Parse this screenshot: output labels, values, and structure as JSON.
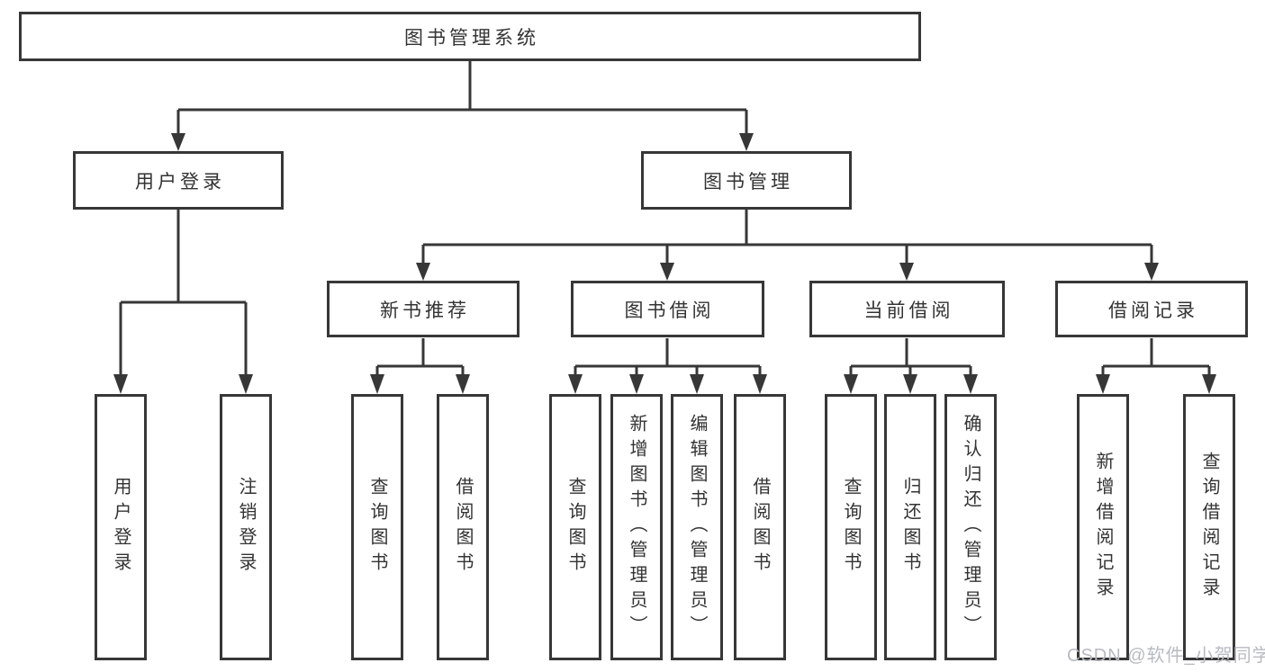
{
  "tree": {
    "root": "图书管理系统",
    "branches": [
      {
        "label": "用户登录",
        "children": [
          "用户登录",
          "注销登录"
        ]
      },
      {
        "label": "图书管理",
        "groups": [
          {
            "label": "新书推荐",
            "children": [
              "查询图书",
              "借阅图书"
            ]
          },
          {
            "label": "图书借阅",
            "children": [
              "查询图书",
              "新增图书（管理员）",
              "编辑图书（管理员）",
              "借阅图书"
            ]
          },
          {
            "label": "当前借阅",
            "children": [
              "查询图书",
              "归还图书",
              "确认归还（管理员）"
            ]
          },
          {
            "label": "借阅记录",
            "children": [
              "新增借阅记录",
              "查询借阅记录"
            ]
          }
        ]
      }
    ]
  },
  "watermark": {
    "text": "CSDN @软件_小贺同学"
  },
  "colors": {
    "line": "#373737",
    "box_border": "#373737",
    "text": "#333333",
    "background": "#ffffff",
    "watermark": "#b7bbc1"
  }
}
